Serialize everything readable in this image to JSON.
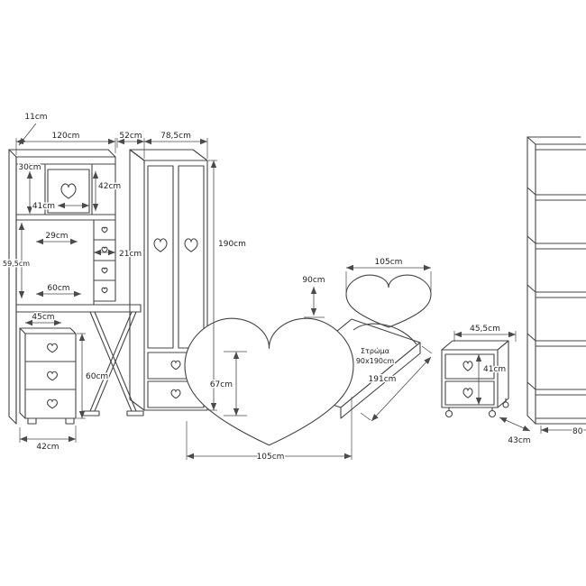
{
  "page": {
    "background": "#ffffff",
    "line_color": "#454545"
  },
  "desk_unit": {
    "top_panel_depth": "11cm",
    "width": "120cm",
    "hutch_height": "30cm",
    "door_height": "42cm",
    "door_width": "41cm",
    "shelf_gap": "29cm",
    "small_drawer_width": "21cm",
    "mid_section_height": "59,5cm",
    "worktop_width": "60cm",
    "worktop_depth": "45cm",
    "pedestal_height": "60cm",
    "pedestal_width": "42cm"
  },
  "wardrobe": {
    "depth": "52cm",
    "width": "78,5cm",
    "height": "190cm"
  },
  "bed": {
    "headboard_width": "105cm",
    "headboard_height": "90cm",
    "mattress_label_line1": "Στρώμα",
    "mattress_label_line2": "90x190cm",
    "length": "191cm",
    "footboard_height": "67cm",
    "footboard_width": "105cm"
  },
  "nightstand": {
    "width": "45,5cm",
    "height": "41cm",
    "depth": "43cm"
  },
  "bookcase": {
    "width_partial": "80"
  }
}
